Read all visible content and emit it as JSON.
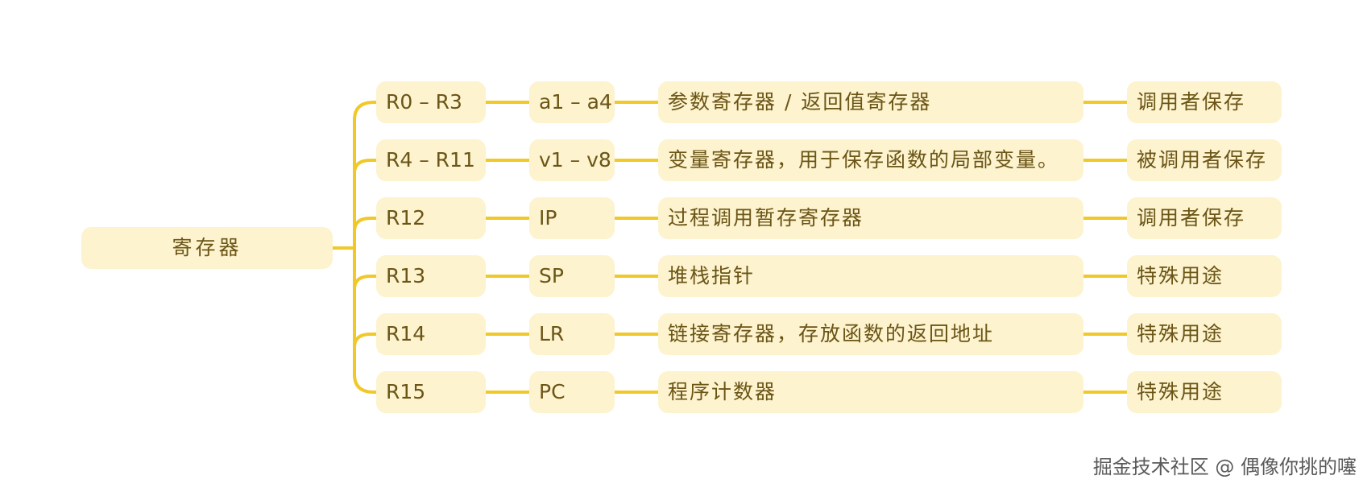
{
  "root": {
    "label": "寄存器"
  },
  "rows": [
    {
      "reg": "R0 – R3",
      "alias": "a1 – a4",
      "desc": "参数寄存器 / 返回值寄存器",
      "save": "调用者保存"
    },
    {
      "reg": "R4 – R11",
      "alias": "v1 – v8",
      "desc": "变量寄存器，用于保存函数的局部变量。",
      "save": "被调用者保存"
    },
    {
      "reg": "R12",
      "alias": "IP",
      "desc": "过程调用暂存寄存器",
      "save": "调用者保存"
    },
    {
      "reg": "R13",
      "alias": "SP",
      "desc": "堆栈指针",
      "save": "特殊用途"
    },
    {
      "reg": "R14",
      "alias": "LR",
      "desc": "链接寄存器，存放函数的返回地址",
      "save": "特殊用途"
    },
    {
      "reg": "R15",
      "alias": "PC",
      "desc": "程序计数器",
      "save": "特殊用途"
    }
  ],
  "watermark": "掘金技术社区 @ 偶像你挑的噻",
  "colors": {
    "line": "#f0c929",
    "node_bg": "#fdf3cf",
    "text": "#6b5516"
  }
}
